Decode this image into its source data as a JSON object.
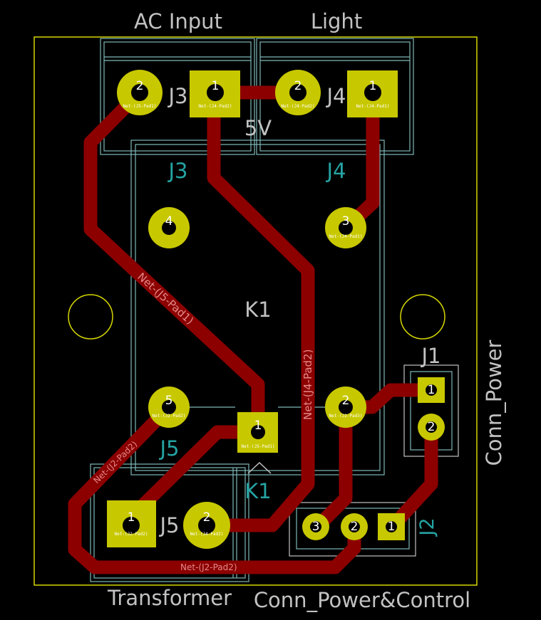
{
  "board": {
    "colors": {
      "background": "#000000",
      "edge": "#d6d600",
      "copper": "#8c0000",
      "pad": "#c8c800",
      "silkscreen": "#c2c2c2",
      "fab": "#25a3a3",
      "courtyard": "#7fb8b8",
      "net_label": "#e58a8a"
    }
  },
  "silkscreen": {
    "ac_input": "AC Input",
    "light": "Light",
    "five_v": "5V",
    "k1_value": "K1",
    "k1_ref": "K1",
    "transformer": "Transformer",
    "conn_power_control": "Conn_Power&Control",
    "conn_power": "Conn_Power",
    "j1": "J1",
    "j2": "J2",
    "j3_silk": "J3",
    "j4_silk": "J4",
    "j5_silk": "J5"
  },
  "fab_refs": {
    "j3": "J3",
    "j4": "J4",
    "j5": "J5"
  },
  "pads": {
    "j3_p2": "2",
    "j3_p1": "1",
    "j4_p2": "2",
    "j4_p1": "1",
    "k1_p4": "4",
    "k1_p3": "3",
    "k1_p5": "5",
    "k1_p2": "2",
    "k1_p1": "1",
    "j5_p1": "1",
    "j5_p2": "2",
    "j1_p1": "1",
    "j1_p2": "2",
    "j2_p3": "3",
    "j2_p2": "2",
    "j2_p1": "1"
  },
  "pad_nets": {
    "j3_p2": "Net-(J5-Pad1)",
    "j3_p1": "Net-(J4-Pad2)",
    "j4_p2": "Net-(J4-Pad2)",
    "j4_p1": "Net-(J4-Pad1)",
    "k1_p3": "Net-(J4-Pad1)",
    "k1_p5": "Net-(J2-Pad2)",
    "k1_p2": "Net-(J2-Pad3)",
    "k1_p1": "Net-(J5-Pad1)",
    "j5_p1": "Net-(J2-Pad2)",
    "j5_p2": "Net-(J4-Pad2)"
  },
  "nets": {
    "j5_pad1": "Net-(J5-Pad1)",
    "j4_pad2": "Net-(J4-Pad2)",
    "j2_pad2_upper": "Net-(J2-Pad2)",
    "j2_pad2_lower": "Net-(J2-Pad2)"
  }
}
